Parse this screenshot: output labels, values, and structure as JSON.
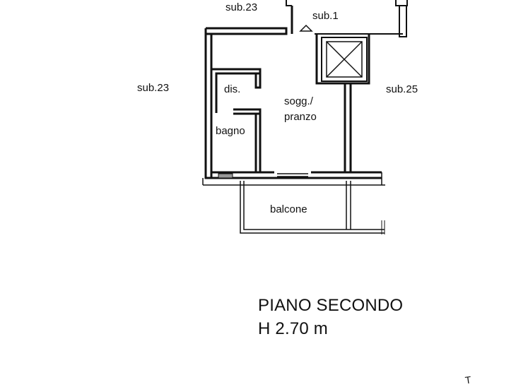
{
  "labels": {
    "sub23_top": "sub.23",
    "sub1": "sub.1",
    "sub23_left": "sub.23",
    "sub25": "sub.25",
    "dis": "dis.",
    "soggiorno_line1": "sogg./",
    "soggiorno_line2": "pranzo",
    "bagno": "bagno",
    "balcone": "balcone",
    "corner_mark": "T"
  },
  "title": {
    "floor": "PIANO SECONDO",
    "height": "H 2.70 m"
  }
}
